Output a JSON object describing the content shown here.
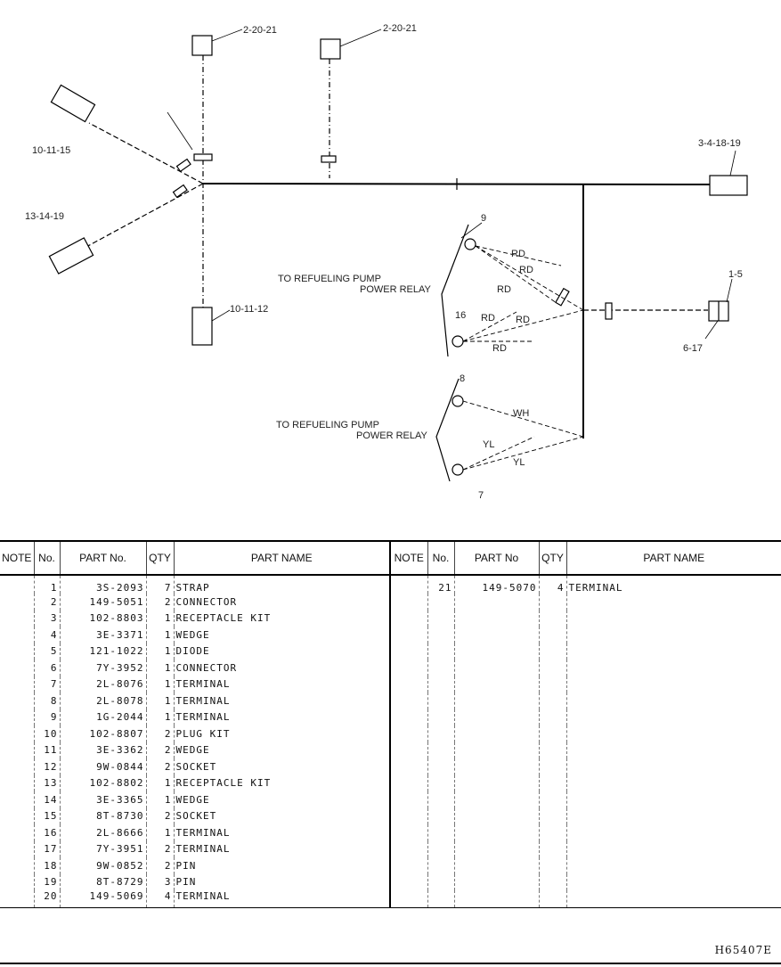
{
  "diagram": {
    "callouts": {
      "top_left": "2-20-21",
      "top_mid": "2-20-21",
      "left_upper": "10-11-15",
      "left_lower": "13-14-19",
      "bottom_left": "10-11-12",
      "right_top": "3-4-18-19",
      "right_mid_top": "1-5",
      "right_mid_bottom": "6-17",
      "terminal_9": "9",
      "terminal_16": "16",
      "terminal_8": "8",
      "terminal_7": "7"
    },
    "relay_labels": {
      "upper_line1": "TO REFUELING PUMP",
      "upper_line2": "POWER RELAY",
      "lower_line1": "TO REFUELING PUMP",
      "lower_line2": "POWER RELAY"
    },
    "wire_colors": {
      "rd1": "RD",
      "rd2": "RD",
      "rd3": "RD",
      "rd4": "RD",
      "rd5": "RD",
      "rd6": "RD",
      "wh": "WH",
      "yl1": "YL",
      "yl2": "YL"
    }
  },
  "table": {
    "headers": {
      "note": "NOTE",
      "no": "No.",
      "part_no": "PART No.",
      "qty": "QTY",
      "part_name": "PART NAME",
      "note2": "NOTE",
      "no2": "No.",
      "part_no2": "PART No",
      "qty2": "QTY",
      "part_name2": "PART NAME"
    },
    "rows": [
      {
        "left": {
          "no": "1",
          "part_no": "3S-2093",
          "qty": "7",
          "name": "STRAP"
        },
        "right": {
          "no": "21",
          "part_no": "149-5070",
          "qty": "4",
          "name": "TERMINAL"
        }
      },
      {
        "left": {
          "no": "2",
          "part_no": "149-5051",
          "qty": "2",
          "name": "CONNECTOR"
        }
      },
      {
        "left": {
          "no": "3",
          "part_no": "102-8803",
          "qty": "1",
          "name": "RECEPTACLE KIT"
        }
      },
      {
        "left": {
          "no": "4",
          "part_no": "3E-3371",
          "qty": "1",
          "name": "WEDGE"
        }
      },
      {
        "left": {
          "no": "5",
          "part_no": "121-1022",
          "qty": "1",
          "name": "DIODE"
        }
      },
      {
        "left": {
          "no": "6",
          "part_no": "7Y-3952",
          "qty": "1",
          "name": "CONNECTOR"
        }
      },
      {
        "left": {
          "no": "7",
          "part_no": "2L-8076",
          "qty": "1",
          "name": "TERMINAL"
        }
      },
      {
        "left": {
          "no": "8",
          "part_no": "2L-8078",
          "qty": "1",
          "name": "TERMINAL"
        }
      },
      {
        "left": {
          "no": "9",
          "part_no": "1G-2044",
          "qty": "1",
          "name": "TERMINAL"
        }
      },
      {
        "left": {
          "no": "10",
          "part_no": "102-8807",
          "qty": "2",
          "name": "PLUG KIT"
        }
      },
      {
        "left": {
          "no": "11",
          "part_no": "3E-3362",
          "qty": "2",
          "name": "WEDGE"
        }
      },
      {
        "left": {
          "no": "12",
          "part_no": "9W-0844",
          "qty": "2",
          "name": "SOCKET"
        }
      },
      {
        "left": {
          "no": "13",
          "part_no": "102-8802",
          "qty": "1",
          "name": "RECEPTACLE KIT"
        }
      },
      {
        "left": {
          "no": "14",
          "part_no": "3E-3365",
          "qty": "1",
          "name": "WEDGE"
        }
      },
      {
        "left": {
          "no": "15",
          "part_no": "8T-8730",
          "qty": "2",
          "name": "SOCKET"
        }
      },
      {
        "left": {
          "no": "16",
          "part_no": "2L-8666",
          "qty": "1",
          "name": "TERMINAL"
        }
      },
      {
        "left": {
          "no": "17",
          "part_no": "7Y-3951",
          "qty": "2",
          "name": "TERMINAL"
        }
      },
      {
        "left": {
          "no": "18",
          "part_no": "9W-0852",
          "qty": "2",
          "name": "PIN"
        }
      },
      {
        "left": {
          "no": "19",
          "part_no": "8T-8729",
          "qty": "3",
          "name": "PIN"
        }
      },
      {
        "left": {
          "no": "20",
          "part_no": "149-5069",
          "qty": "4",
          "name": "TERMINAL"
        }
      }
    ]
  },
  "drawing_id": "H65407E"
}
